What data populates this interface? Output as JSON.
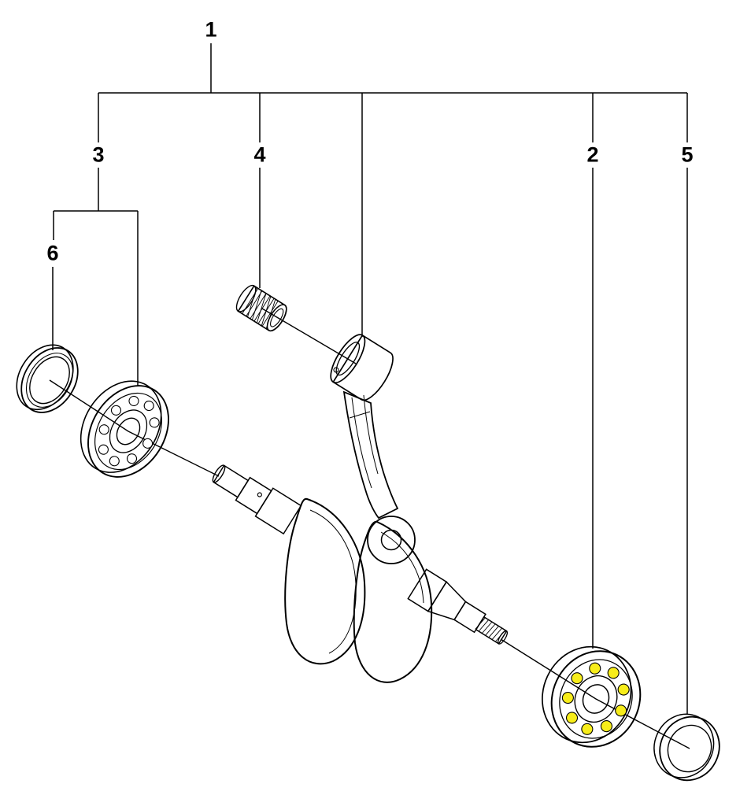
{
  "diagram": {
    "background_color": "#ffffff",
    "line_color": "#000000",
    "highlight_color": "#f7ed1a",
    "callouts": [
      {
        "label": "1"
      },
      {
        "label": "2"
      },
      {
        "label": "3"
      },
      {
        "label": "4"
      },
      {
        "label": "5"
      },
      {
        "label": "6"
      }
    ]
  }
}
